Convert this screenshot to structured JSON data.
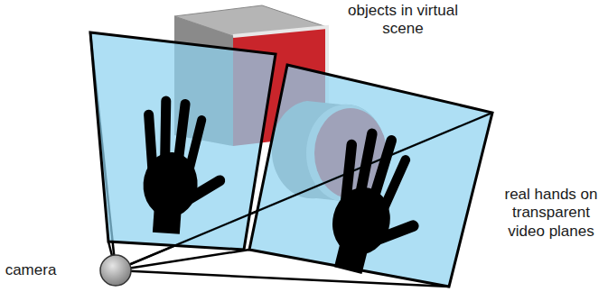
{
  "diagram": {
    "labels": [
      "objects in virtual scene",
      "real hands on transparent video planes",
      "camera"
    ]
  }
}
